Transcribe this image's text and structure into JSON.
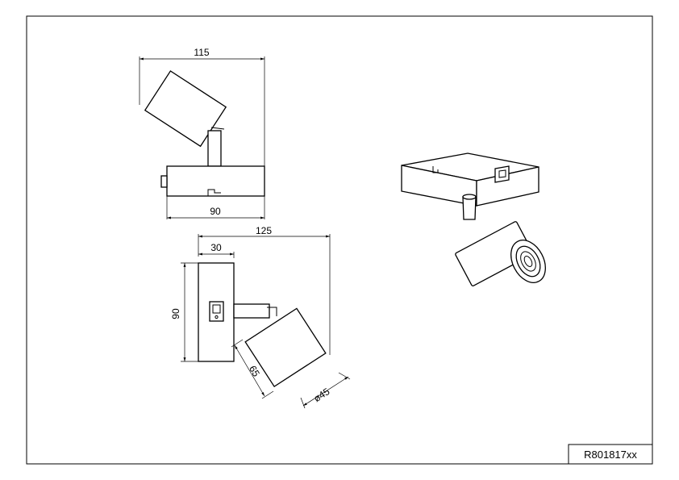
{
  "drawing": {
    "part_number": "R801817xx",
    "dimensions": {
      "top_width": "115",
      "top_base": "90",
      "front_total": "125",
      "front_depth": "30",
      "front_height": "90",
      "head_length": "65",
      "head_diameter": "ø45"
    }
  }
}
